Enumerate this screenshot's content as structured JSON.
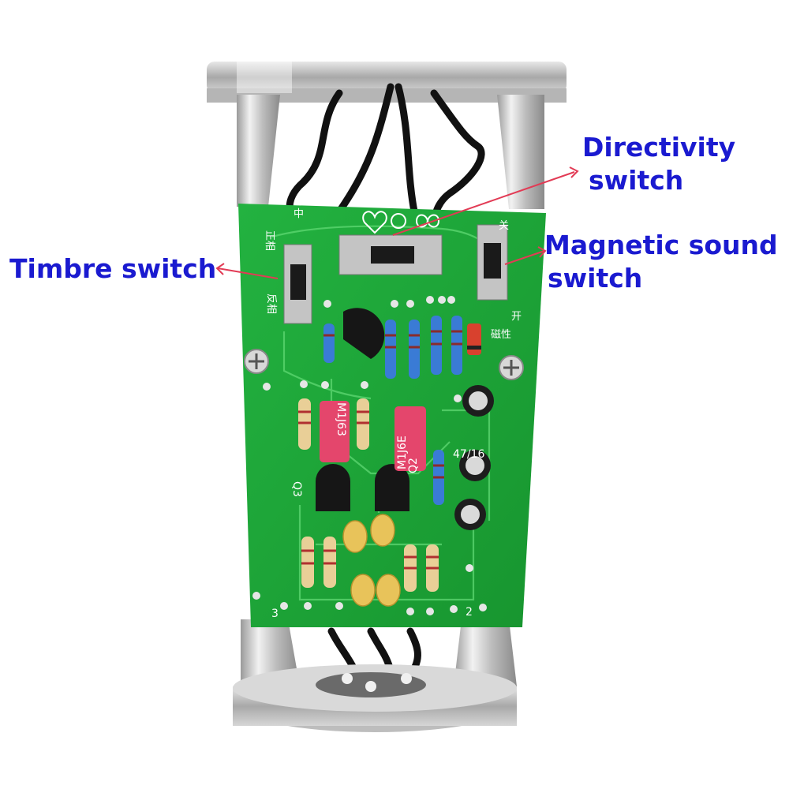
{
  "labels": {
    "directivity": [
      "Directivity",
      "switch"
    ],
    "timbre": [
      "Timbre switch"
    ],
    "magnetic": [
      "Magnetic sound",
      "switch"
    ]
  },
  "board": {
    "resistor_mark_left": "M1J63",
    "resistor_mark_right": "M1J6E",
    "cap_mark": "47/16",
    "silk_1": "中",
    "silk_2": "正相",
    "silk_3": "反相",
    "silk_4": "关",
    "silk_5": "开",
    "silk_6": "磁性",
    "silk_7": "Q3",
    "silk_8": "Q2",
    "silk_9": "2",
    "silk_10": "3"
  },
  "colors": {
    "label": "#1a1ad0",
    "arrow": "#e23b55",
    "pcb": "#1faa3a",
    "metal": "#c8c8c8"
  }
}
